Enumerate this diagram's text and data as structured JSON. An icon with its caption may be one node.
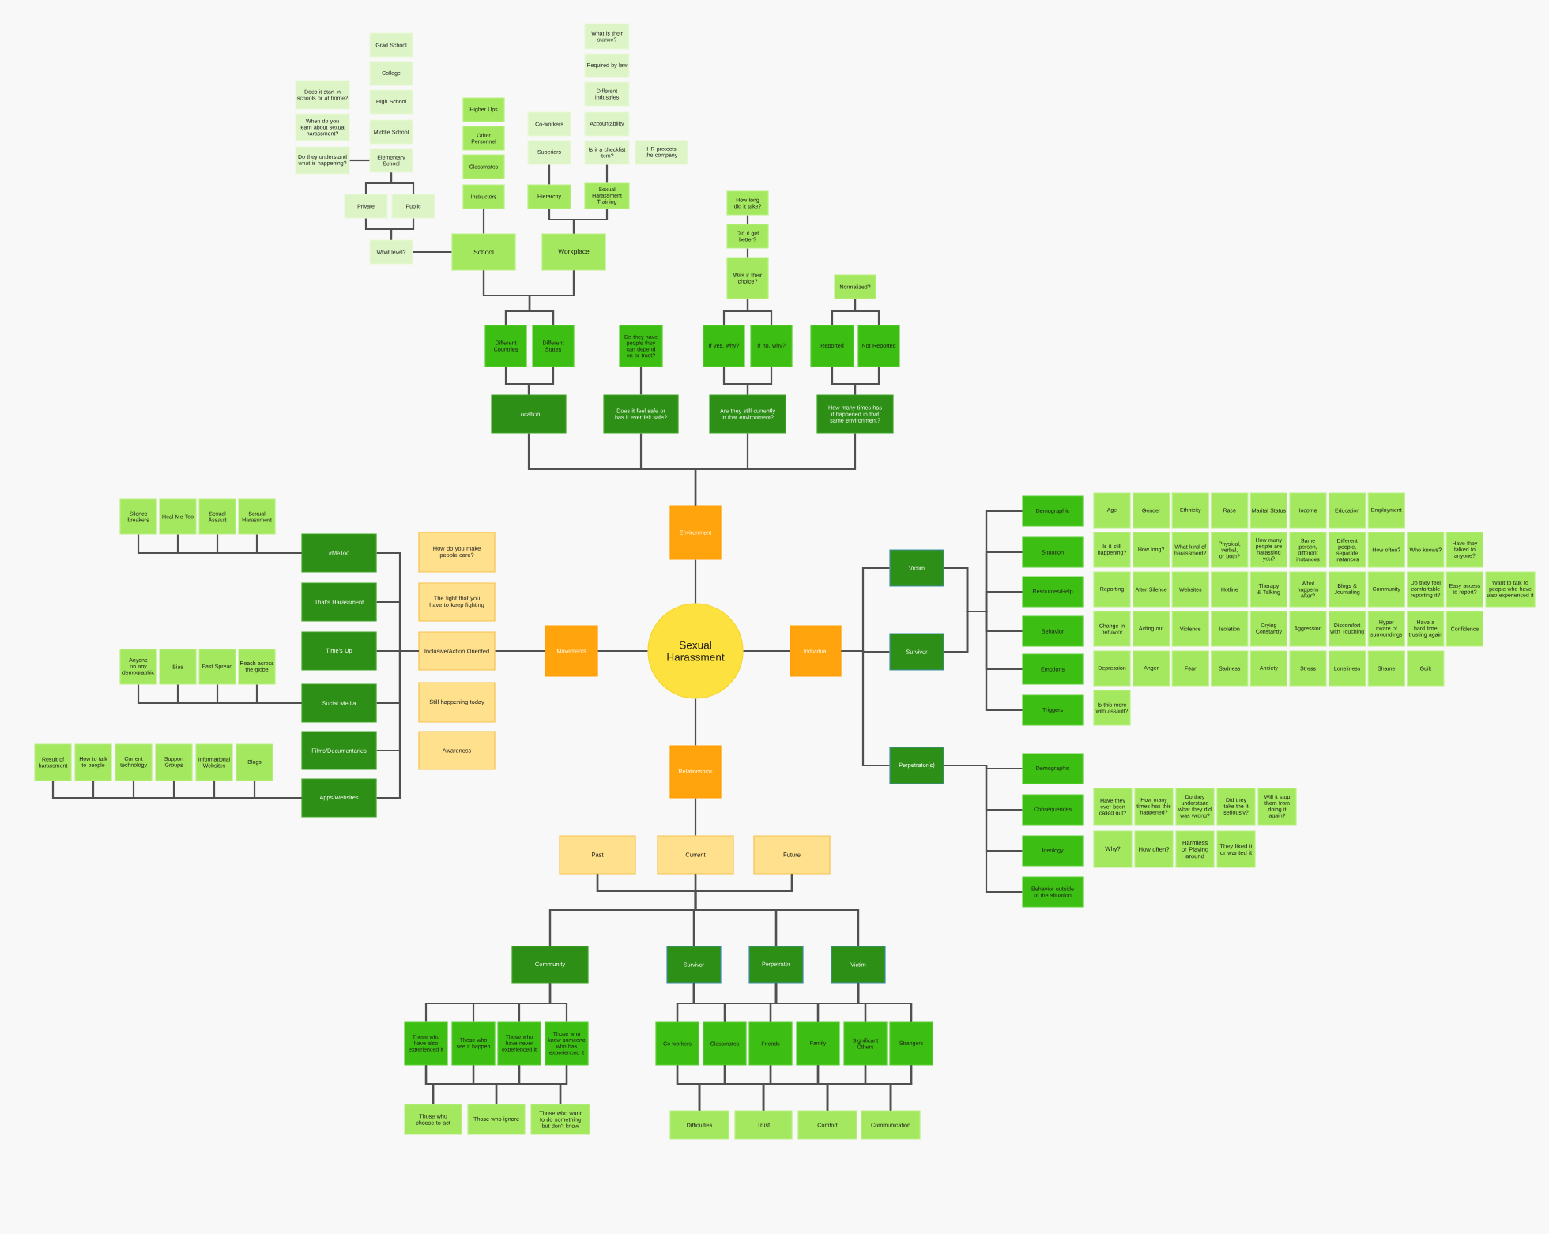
{
  "diagram": {
    "nodes": [
      {
        "text": [
          "Sexual Harassment"
        ]
      },
      {
        "text": [
          "Environment"
        ]
      },
      {
        "text": [
          "Movements"
        ]
      },
      {
        "text": [
          "Individual"
        ]
      },
      {
        "text": [
          "Relationships"
        ]
      },
      {
        "text": [
          "Location"
        ]
      },
      {
        "text": [
          "Does it feel safe or has it ever felt safe?"
        ]
      },
      {
        "text": [
          "Are they still currently in that environment?"
        ]
      },
      {
        "text": [
          "How many times has it happened in that same environment?"
        ]
      },
      {
        "text": [
          "Different Countries"
        ]
      },
      {
        "text": [
          "Different States"
        ]
      },
      {
        "text": [
          "Do they have people they can depend on or trust?"
        ]
      },
      {
        "text": [
          "If yes, why?"
        ]
      },
      {
        "text": [
          "If no, why?"
        ]
      },
      {
        "text": [
          "Reported"
        ]
      },
      {
        "text": [
          "Not Reported"
        ]
      },
      {
        "text": [
          "School"
        ]
      },
      {
        "text": [
          "Workplace"
        ]
      },
      {
        "text": [
          "Was it their choice?"
        ]
      },
      {
        "text": [
          "Did it get better?"
        ]
      },
      {
        "text": [
          "How long did it take?"
        ]
      },
      {
        "text": [
          "Normalized?"
        ]
      },
      {
        "text": [
          "Instructors"
        ]
      },
      {
        "text": [
          "Classmates"
        ]
      },
      {
        "text": [
          "Other Personnel"
        ]
      },
      {
        "text": [
          "Higher Ups"
        ]
      },
      {
        "text": [
          "What level?"
        ]
      },
      {
        "text": [
          "Private"
        ]
      },
      {
        "text": [
          "Public"
        ]
      },
      {
        "text": [
          "Elementary School"
        ]
      },
      {
        "text": [
          "Middle School"
        ]
      },
      {
        "text": [
          "High School"
        ]
      },
      {
        "text": [
          "College"
        ]
      },
      {
        "text": [
          "Grad School"
        ]
      },
      {
        "text": [
          "Do they understand what is happening?"
        ]
      },
      {
        "text": [
          "When do you learn about sexual harassment?"
        ]
      },
      {
        "text": [
          "Does it start in schools or at home?"
        ]
      },
      {
        "text": [
          "Hierarchy"
        ]
      },
      {
        "text": [
          "Sexual Harassment Training"
        ]
      },
      {
        "text": [
          "Superiors"
        ]
      },
      {
        "text": [
          "Co-workers"
        ]
      },
      {
        "text": [
          "Is it a checklist item?"
        ]
      },
      {
        "text": [
          "Accountability"
        ]
      },
      {
        "text": [
          "Different Industries"
        ]
      },
      {
        "text": [
          "Required by law"
        ]
      },
      {
        "text": [
          "What is their stance?"
        ]
      },
      {
        "text": [
          "HR protects the company"
        ]
      },
      {
        "text": [
          "How do you make people care?"
        ]
      },
      {
        "text": [
          "The fight that you have to keep fighting"
        ]
      },
      {
        "text": [
          "Inclusive/Action Oriented"
        ]
      },
      {
        "text": [
          "Still happening today"
        ]
      },
      {
        "text": [
          "Awareness"
        ]
      },
      {
        "text": [
          "#MeToo"
        ]
      },
      {
        "text": [
          "That's Harassment"
        ]
      },
      {
        "text": [
          "Time's Up"
        ]
      },
      {
        "text": [
          "Social Media"
        ]
      },
      {
        "text": [
          "Films/Documentaries"
        ]
      },
      {
        "text": [
          "Apps/Websites"
        ]
      },
      {
        "text": [
          "Silence breakers"
        ]
      },
      {
        "text": [
          "Heal Me Too"
        ]
      },
      {
        "text": [
          "Sexual Assault"
        ]
      },
      {
        "text": [
          "Sexual Harassment"
        ]
      },
      {
        "text": [
          "Anyone on any demographic"
        ]
      },
      {
        "text": [
          "Bias"
        ]
      },
      {
        "text": [
          "Fast Spread"
        ]
      },
      {
        "text": [
          "Reach across the globe"
        ]
      },
      {
        "text": [
          "Result of harassment"
        ]
      },
      {
        "text": [
          "How to talk to people"
        ]
      },
      {
        "text": [
          "Current technology"
        ]
      },
      {
        "text": [
          "Support Groups"
        ]
      },
      {
        "text": [
          "Informational Websites"
        ]
      },
      {
        "text": [
          "Blogs"
        ]
      },
      {
        "text": [
          "Victim"
        ]
      },
      {
        "text": [
          "Survivor"
        ]
      },
      {
        "text": [
          "Perpetrator(s)"
        ]
      },
      {
        "text": [
          "Demographic"
        ]
      },
      {
        "text": [
          "Situation"
        ]
      },
      {
        "text": [
          "Resources/Help"
        ]
      },
      {
        "text": [
          "Behavior"
        ]
      },
      {
        "text": [
          "Emotions"
        ]
      },
      {
        "text": [
          "Triggers"
        ]
      },
      {
        "text": [
          "Demographic"
        ]
      },
      {
        "text": [
          "Consequences"
        ]
      },
      {
        "text": [
          "Ideology"
        ]
      },
      {
        "text": [
          "Behavior outside of the situation"
        ]
      },
      {
        "text": [
          "Age"
        ]
      },
      {
        "text": [
          "Gender"
        ]
      },
      {
        "text": [
          "Ethnicity"
        ]
      },
      {
        "text": [
          "Race"
        ]
      },
      {
        "text": [
          "Marital Status"
        ]
      },
      {
        "text": [
          "Income"
        ]
      },
      {
        "text": [
          "Education"
        ]
      },
      {
        "text": [
          "Employment"
        ]
      },
      {
        "text": [
          "Is it still happening?"
        ]
      },
      {
        "text": [
          "How long?"
        ]
      },
      {
        "text": [
          "What kind of harassment?"
        ]
      },
      {
        "text": [
          "Physical, verbal, or both?"
        ]
      },
      {
        "text": [
          "How many people are harassing you?"
        ]
      },
      {
        "text": [
          "Same person, different instances"
        ]
      },
      {
        "text": [
          "Different people, separate instances"
        ]
      },
      {
        "text": [
          "How often?"
        ]
      },
      {
        "text": [
          "Who knows?"
        ]
      },
      {
        "text": [
          "Have they talked to anyone?"
        ]
      },
      {
        "text": [
          "Reporting"
        ]
      },
      {
        "text": [
          "After Silence"
        ]
      },
      {
        "text": [
          "Websites"
        ]
      },
      {
        "text": [
          "Hotline"
        ]
      },
      {
        "text": [
          "Therapy & Talking"
        ]
      },
      {
        "text": [
          "What happens after?"
        ]
      },
      {
        "text": [
          "Blogs & Journaling"
        ]
      },
      {
        "text": [
          "Community"
        ]
      },
      {
        "text": [
          "Do they feel comfortable reporting it?"
        ]
      },
      {
        "text": [
          "Easy access to report?"
        ]
      },
      {
        "text": [
          "Want to talk to people who have also experienced it"
        ]
      },
      {
        "text": [
          "Change in behavior"
        ]
      },
      {
        "text": [
          "Acting out"
        ]
      },
      {
        "text": [
          "Violence"
        ]
      },
      {
        "text": [
          "Isolation"
        ]
      },
      {
        "text": [
          "Crying Constantly"
        ]
      },
      {
        "text": [
          "Aggression"
        ]
      },
      {
        "text": [
          "Discomfort with Touching"
        ]
      },
      {
        "text": [
          "Hyper aware of surroundings"
        ]
      },
      {
        "text": [
          "Have a hard time trusting again"
        ]
      },
      {
        "text": [
          "Confidence"
        ]
      },
      {
        "text": [
          "Depression"
        ]
      },
      {
        "text": [
          "Anger"
        ]
      },
      {
        "text": [
          "Fear"
        ]
      },
      {
        "text": [
          "Sadness"
        ]
      },
      {
        "text": [
          "Anxiety"
        ]
      },
      {
        "text": [
          "Stress"
        ]
      },
      {
        "text": [
          "Loneliness"
        ]
      },
      {
        "text": [
          "Shame"
        ]
      },
      {
        "text": [
          "Guilt"
        ]
      },
      {
        "text": [
          "Is this more with assault?"
        ]
      },
      {
        "text": [
          "Have they ever been called out?"
        ]
      },
      {
        "text": [
          "How many times has this happened?"
        ]
      },
      {
        "text": [
          "Do they understand what they did was wrong?"
        ]
      },
      {
        "text": [
          "Did they take the it seriously?"
        ]
      },
      {
        "text": [
          "Will it stop them from doing it again?"
        ]
      },
      {
        "text": [
          "Why?"
        ]
      },
      {
        "text": [
          "How often?"
        ]
      },
      {
        "text": [
          "Harmless or Playing around"
        ]
      },
      {
        "text": [
          "They liked it or wanted it"
        ]
      },
      {
        "text": [
          "Past"
        ]
      },
      {
        "text": [
          "Current"
        ]
      },
      {
        "text": [
          "Future"
        ]
      },
      {
        "text": [
          "Community"
        ]
      },
      {
        "text": [
          "Survivor"
        ]
      },
      {
        "text": [
          "Perpetrator"
        ]
      },
      {
        "text": [
          "Victim"
        ]
      },
      {
        "text": [
          "Those who have also experienced it"
        ]
      },
      {
        "text": [
          "Those who see it happen"
        ]
      },
      {
        "text": [
          "Those who have never experienced it"
        ]
      },
      {
        "text": [
          "Those who know someone who has experienced it"
        ]
      },
      {
        "text": [
          "Co-workers"
        ]
      },
      {
        "text": [
          "Classmates"
        ]
      },
      {
        "text": [
          "Friends"
        ]
      },
      {
        "text": [
          "Family"
        ]
      },
      {
        "text": [
          "Significant Others"
        ]
      },
      {
        "text": [
          "Strangers"
        ]
      },
      {
        "text": [
          "Those who choose to act"
        ]
      },
      {
        "text": [
          "Those who ignore"
        ]
      },
      {
        "text": [
          "Those who want to do something but don't know"
        ]
      },
      {
        "text": [
          "Difficulties"
        ]
      },
      {
        "text": [
          "Trust"
        ]
      },
      {
        "text": [
          "Comfort"
        ]
      },
      {
        "text": [
          "Communication"
        ]
      }
    ],
    "edges": [
      {
        "from": 0,
        "to": 1,
        "arrow": "none"
      },
      {
        "from": 0,
        "to": 2,
        "arrow": "none"
      },
      {
        "from": 0,
        "to": 3,
        "arrow": "none"
      },
      {
        "from": 0,
        "to": 4,
        "arrow": "none"
      },
      {
        "from": 1,
        "to": 5,
        "arrow": "none"
      },
      {
        "from": 1,
        "to": 6,
        "arrow": "none"
      },
      {
        "from": 1,
        "to": 7,
        "arrow": "none"
      },
      {
        "from": 1,
        "to": 8,
        "arrow": "none"
      },
      {
        "from": 5,
        "to": 9,
        "arrow": "none"
      },
      {
        "from": 5,
        "to": 10,
        "arrow": "none"
      },
      {
        "from": 9,
        "to": 16,
        "arrow": "none"
      },
      {
        "from": 9,
        "to": 17,
        "arrow": "none"
      },
      {
        "from": 10,
        "to": 16,
        "arrow": "none"
      },
      {
        "from": 10,
        "to": 17,
        "arrow": "none"
      },
      {
        "from": 6,
        "to": 11,
        "arrow": "none"
      },
      {
        "from": 7,
        "to": 12,
        "arrow": "none"
      },
      {
        "from": 7,
        "to": 13,
        "arrow": "none"
      },
      {
        "from": 12,
        "to": 18,
        "arrow": "none"
      },
      {
        "from": 13,
        "to": 18,
        "arrow": "none"
      },
      {
        "from": 18,
        "to": 19,
        "arrow": "none"
      },
      {
        "from": 19,
        "to": 20,
        "arrow": "none"
      },
      {
        "from": 8,
        "to": 14,
        "arrow": "none"
      },
      {
        "from": 8,
        "to": 15,
        "arrow": "none"
      },
      {
        "from": 14,
        "to": 21,
        "arrow": "none"
      },
      {
        "from": 15,
        "to": 21,
        "arrow": "none"
      },
      {
        "from": 16,
        "to": 22,
        "arrow": "none"
      },
      {
        "from": 16,
        "to": 26,
        "arrow": "none"
      },
      {
        "from": 26,
        "to": 27,
        "arrow": "none"
      },
      {
        "from": 26,
        "to": 28,
        "arrow": "none"
      },
      {
        "from": 27,
        "to": 29,
        "arrow": "none"
      },
      {
        "from": 28,
        "to": 29,
        "arrow": "none"
      },
      {
        "from": 29,
        "to": 34,
        "arrow": "none"
      },
      {
        "from": 17,
        "to": 37,
        "arrow": "none"
      },
      {
        "from": 17,
        "to": 38,
        "arrow": "none"
      },
      {
        "from": 37,
        "to": 39,
        "arrow": "none"
      },
      {
        "from": 38,
        "to": 41,
        "arrow": "none"
      },
      {
        "from": 2,
        "to": 49,
        "arrow": "none"
      },
      {
        "from": 49,
        "to": 52,
        "arrow": "none"
      },
      {
        "from": 49,
        "to": 53,
        "arrow": "none"
      },
      {
        "from": 49,
        "to": 54,
        "arrow": "none"
      },
      {
        "from": 49,
        "to": 55,
        "arrow": "none"
      },
      {
        "from": 49,
        "to": 56,
        "arrow": "none"
      },
      {
        "from": 49,
        "to": 57,
        "arrow": "none"
      },
      {
        "from": 52,
        "to": 58,
        "arrow": "none"
      },
      {
        "from": 52,
        "to": 59,
        "arrow": "none"
      },
      {
        "from": 52,
        "to": 60,
        "arrow": "none"
      },
      {
        "from": 52,
        "to": 61,
        "arrow": "none"
      },
      {
        "from": 55,
        "to": 62,
        "arrow": "none"
      },
      {
        "from": 55,
        "to": 63,
        "arrow": "none"
      },
      {
        "from": 55,
        "to": 64,
        "arrow": "none"
      },
      {
        "from": 55,
        "to": 65,
        "arrow": "none"
      },
      {
        "from": 57,
        "to": 66,
        "arrow": "none"
      },
      {
        "from": 57,
        "to": 67,
        "arrow": "none"
      },
      {
        "from": 57,
        "to": 68,
        "arrow": "none"
      },
      {
        "from": 57,
        "to": 69,
        "arrow": "none"
      },
      {
        "from": 57,
        "to": 70,
        "arrow": "none"
      },
      {
        "from": 57,
        "to": 71,
        "arrow": "none"
      },
      {
        "from": 3,
        "to": 72,
        "arrow": "none"
      },
      {
        "from": 3,
        "to": 73,
        "arrow": "none"
      },
      {
        "from": 3,
        "to": 74,
        "arrow": "none"
      },
      {
        "from": 72,
        "to": 75,
        "arrow": "none"
      },
      {
        "from": 72,
        "to": 76,
        "arrow": "none"
      },
      {
        "from": 72,
        "to": 77,
        "arrow": "none"
      },
      {
        "from": 72,
        "to": 78,
        "arrow": "none"
      },
      {
        "from": 72,
        "to": 79,
        "arrow": "none"
      },
      {
        "from": 72,
        "to": 80,
        "arrow": "none"
      },
      {
        "from": 73,
        "to": 75,
        "arrow": "none"
      },
      {
        "from": 73,
        "to": 76,
        "arrow": "none"
      },
      {
        "from": 73,
        "to": 77,
        "arrow": "none"
      },
      {
        "from": 73,
        "to": 78,
        "arrow": "none"
      },
      {
        "from": 73,
        "to": 79,
        "arrow": "none"
      },
      {
        "from": 73,
        "to": 80,
        "arrow": "none"
      },
      {
        "from": 74,
        "to": 81,
        "arrow": "none"
      },
      {
        "from": 74,
        "to": 82,
        "arrow": "none"
      },
      {
        "from": 74,
        "to": 83,
        "arrow": "none"
      },
      {
        "from": 74,
        "to": 84,
        "arrow": "none"
      },
      {
        "from": 4,
        "to": 144,
        "arrow": "none"
      },
      {
        "from": 143,
        "to": 146,
        "arrow": "none"
      },
      {
        "from": 143,
        "to": 147,
        "arrow": "none"
      },
      {
        "from": 143,
        "to": 148,
        "arrow": "none"
      },
      {
        "from": 143,
        "to": 149,
        "arrow": "none"
      },
      {
        "from": 144,
        "to": 146,
        "arrow": "none"
      },
      {
        "from": 144,
        "to": 147,
        "arrow": "none"
      },
      {
        "from": 144,
        "to": 148,
        "arrow": "none"
      },
      {
        "from": 144,
        "to": 149,
        "arrow": "none"
      },
      {
        "from": 145,
        "to": 146,
        "arrow": "none"
      },
      {
        "from": 145,
        "to": 147,
        "arrow": "none"
      },
      {
        "from": 145,
        "to": 148,
        "arrow": "none"
      },
      {
        "from": 145,
        "to": 149,
        "arrow": "none"
      },
      {
        "from": 146,
        "to": 150,
        "arrow": "none"
      },
      {
        "from": 146,
        "to": 151,
        "arrow": "none"
      },
      {
        "from": 146,
        "to": 152,
        "arrow": "none"
      },
      {
        "from": 146,
        "to": 153,
        "arrow": "none"
      },
      {
        "from": 150,
        "to": 160,
        "arrow": "none"
      },
      {
        "from": 150,
        "to": 161,
        "arrow": "none"
      },
      {
        "from": 150,
        "to": 162,
        "arrow": "none"
      },
      {
        "from": 151,
        "to": 160,
        "arrow": "none"
      },
      {
        "from": 151,
        "to": 161,
        "arrow": "none"
      },
      {
        "from": 151,
        "to": 162,
        "arrow": "none"
      },
      {
        "from": 152,
        "to": 160,
        "arrow": "none"
      },
      {
        "from": 152,
        "to": 161,
        "arrow": "none"
      },
      {
        "from": 152,
        "to": 162,
        "arrow": "none"
      },
      {
        "from": 153,
        "to": 160,
        "arrow": "none"
      },
      {
        "from": 153,
        "to": 161,
        "arrow": "none"
      },
      {
        "from": 153,
        "to": 162,
        "arrow": "none"
      },
      {
        "from": 147,
        "to": 154,
        "arrow": "none"
      },
      {
        "from": 147,
        "to": 155,
        "arrow": "none"
      },
      {
        "from": 147,
        "to": 156,
        "arrow": "none"
      },
      {
        "from": 147,
        "to": 157,
        "arrow": "none"
      },
      {
        "from": 147,
        "to": 158,
        "arrow": "none"
      },
      {
        "from": 147,
        "to": 159,
        "arrow": "none"
      },
      {
        "from": 148,
        "to": 154,
        "arrow": "none"
      },
      {
        "from": 148,
        "to": 155,
        "arrow": "none"
      },
      {
        "from": 148,
        "to": 156,
        "arrow": "none"
      },
      {
        "from": 148,
        "to": 157,
        "arrow": "none"
      },
      {
        "from": 148,
        "to": 158,
        "arrow": "none"
      },
      {
        "from": 148,
        "to": 159,
        "arrow": "none"
      },
      {
        "from": 149,
        "to": 154,
        "arrow": "none"
      },
      {
        "from": 149,
        "to": 155,
        "arrow": "none"
      },
      {
        "from": 149,
        "to": 156,
        "arrow": "none"
      },
      {
        "from": 149,
        "to": 157,
        "arrow": "none"
      },
      {
        "from": 149,
        "to": 158,
        "arrow": "none"
      },
      {
        "from": 149,
        "to": 159,
        "arrow": "none"
      },
      {
        "from": 154,
        "to": 163,
        "arrow": "none"
      },
      {
        "from": 154,
        "to": 164,
        "arrow": "none"
      },
      {
        "from": 154,
        "to": 165,
        "arrow": "none"
      },
      {
        "from": 154,
        "to": 166,
        "arrow": "none"
      },
      {
        "from": 155,
        "to": 163,
        "arrow": "none"
      },
      {
        "from": 155,
        "to": 164,
        "arrow": "none"
      },
      {
        "from": 155,
        "to": 165,
        "arrow": "none"
      },
      {
        "from": 155,
        "to": 166,
        "arrow": "none"
      },
      {
        "from": 156,
        "to": 163,
        "arrow": "none"
      },
      {
        "from": 156,
        "to": 164,
        "arrow": "none"
      },
      {
        "from": 156,
        "to": 165,
        "arrow": "none"
      },
      {
        "from": 156,
        "to": 166,
        "arrow": "none"
      },
      {
        "from": 157,
        "to": 163,
        "arrow": "none"
      },
      {
        "from": 157,
        "to": 164,
        "arrow": "none"
      },
      {
        "from": 157,
        "to": 165,
        "arrow": "none"
      },
      {
        "from": 157,
        "to": 166,
        "arrow": "none"
      },
      {
        "from": 158,
        "to": 163,
        "arrow": "none"
      },
      {
        "from": 158,
        "to": 164,
        "arrow": "none"
      },
      {
        "from": 158,
        "to": 165,
        "arrow": "none"
      },
      {
        "from": 158,
        "to": 166,
        "arrow": "none"
      },
      {
        "from": 159,
        "to": 163,
        "arrow": "none"
      },
      {
        "from": 159,
        "to": 164,
        "arrow": "none"
      },
      {
        "from": 159,
        "to": 165,
        "arrow": "none"
      },
      {
        "from": 159,
        "to": 166,
        "arrow": "none"
      }
    ]
  }
}
